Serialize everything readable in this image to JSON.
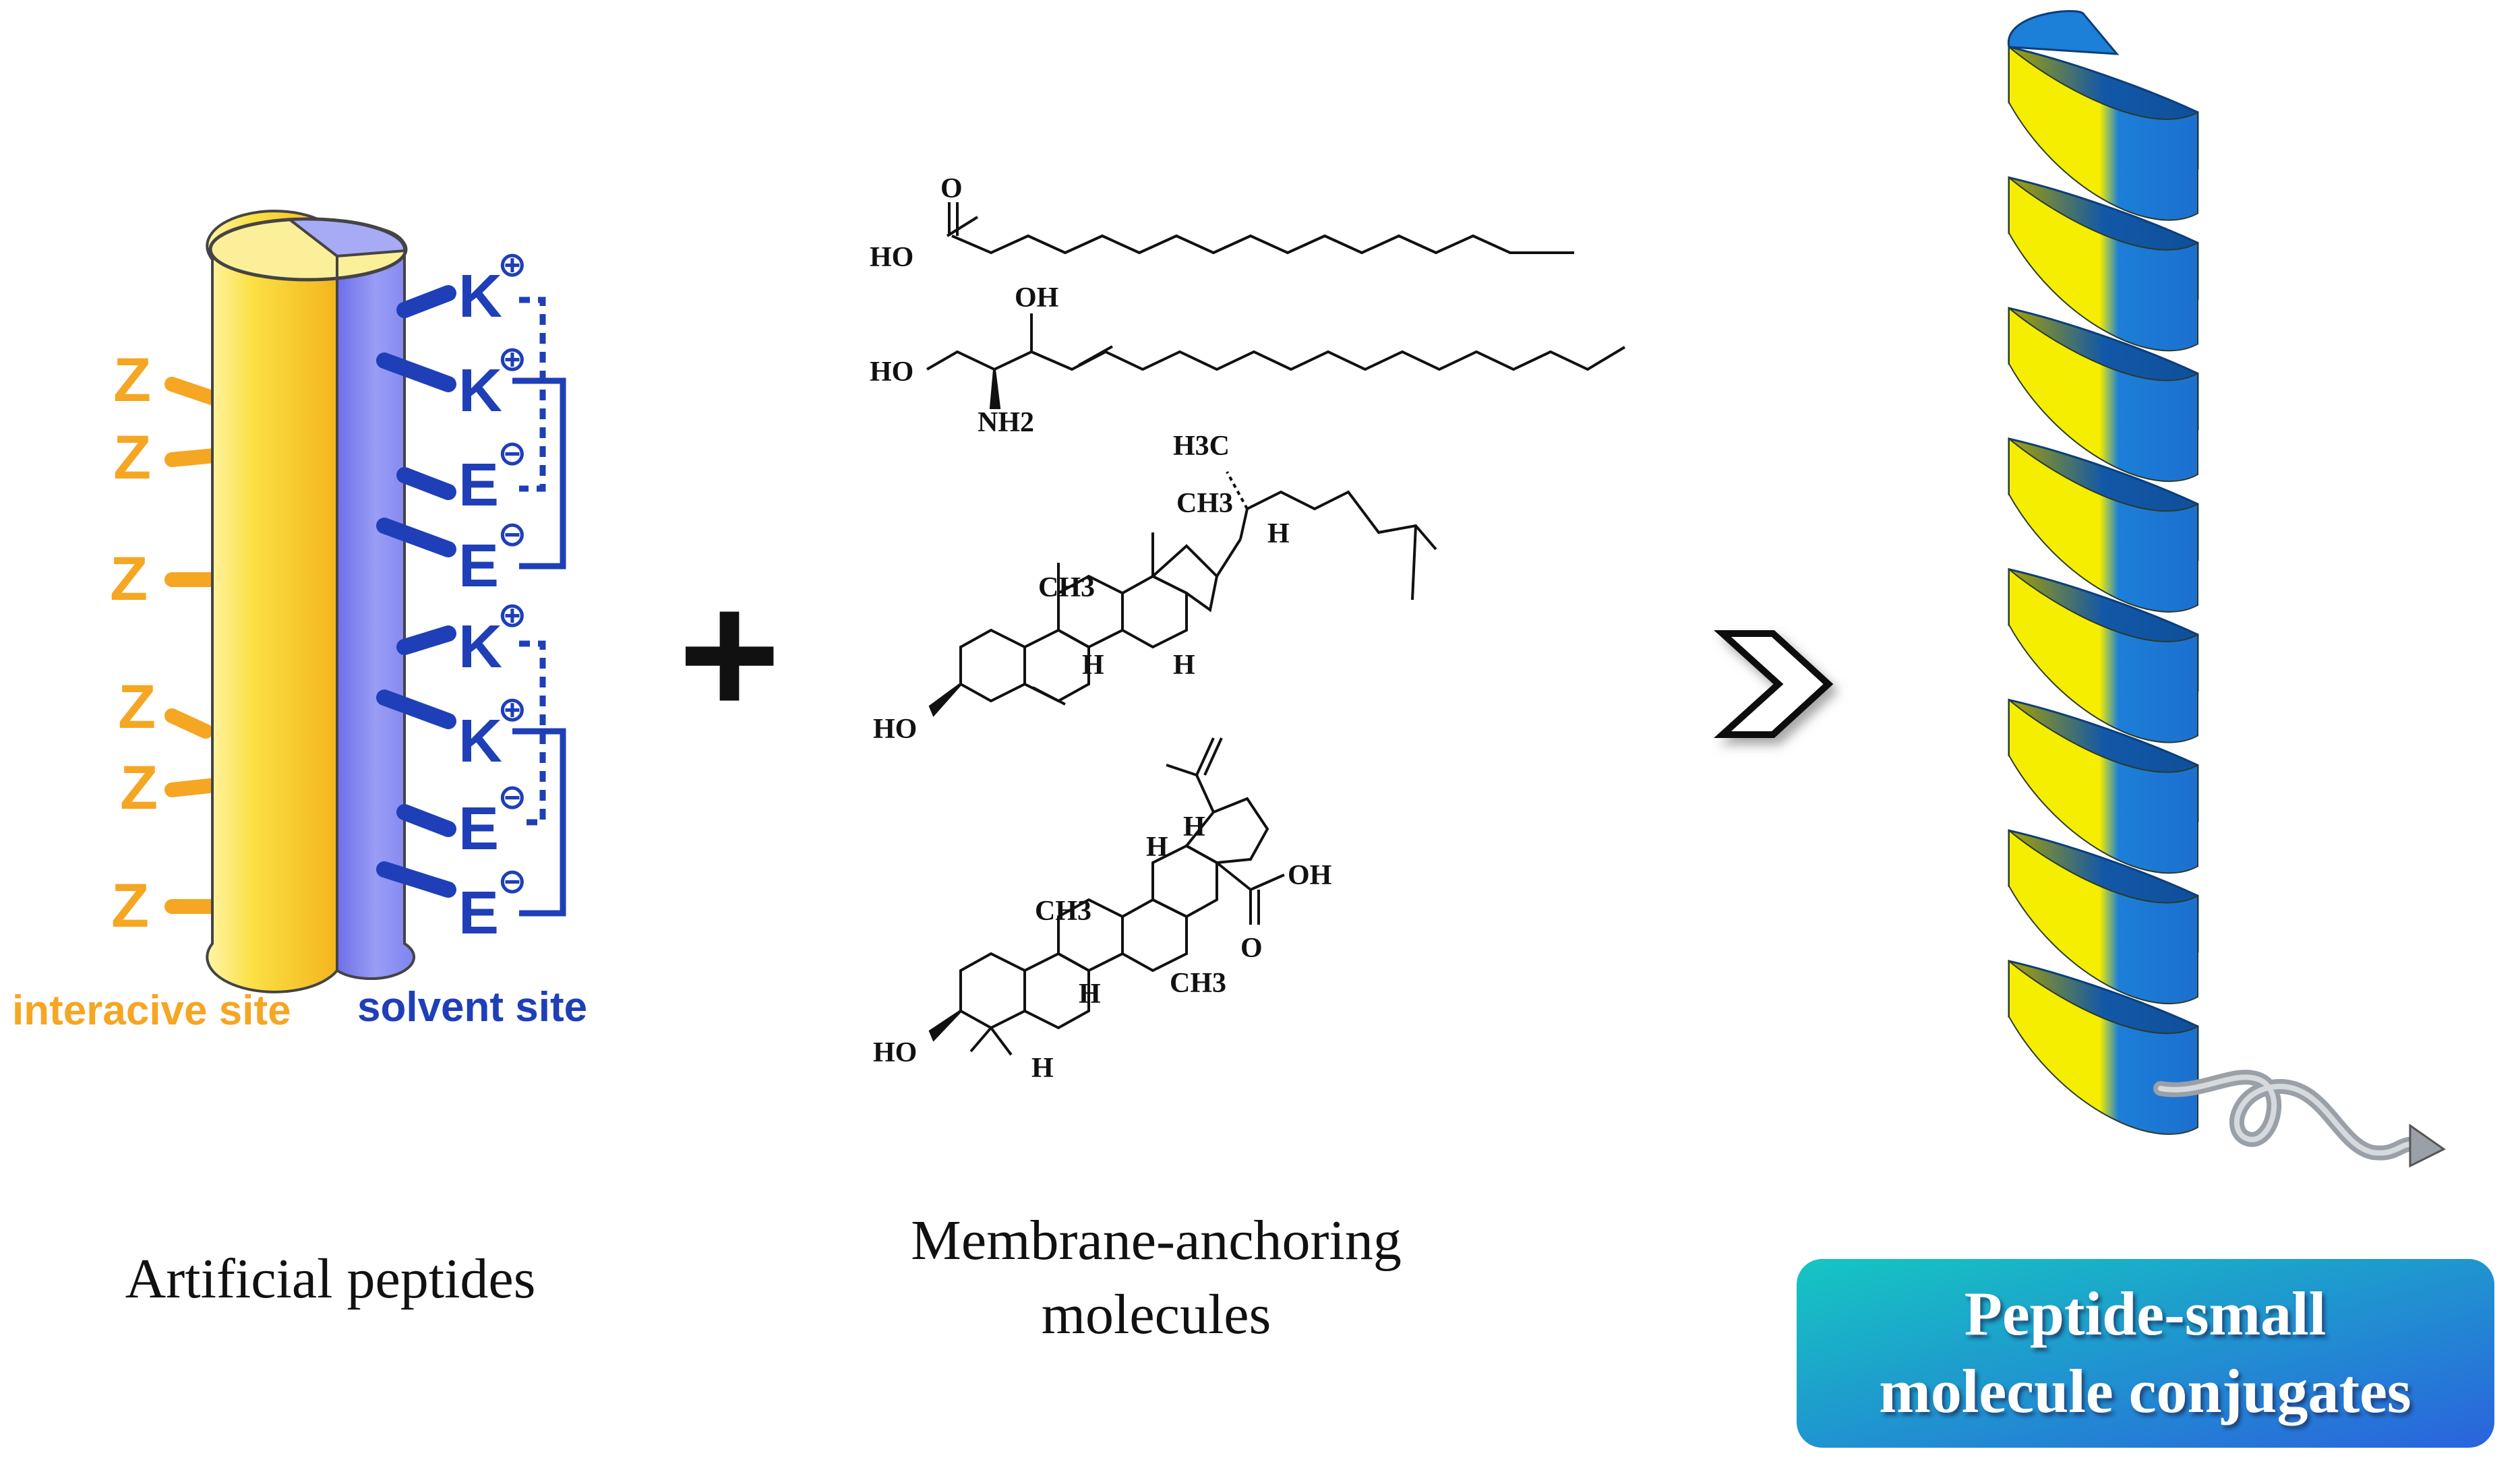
{
  "peptide": {
    "z_label": "Z",
    "residues": [
      {
        "letter": "K",
        "charge": "⊕"
      },
      {
        "letter": "K",
        "charge": "⊕"
      },
      {
        "letter": "E",
        "charge": "⊖"
      },
      {
        "letter": "E",
        "charge": "⊖"
      },
      {
        "letter": "K",
        "charge": "⊕"
      },
      {
        "letter": "K",
        "charge": "⊕"
      },
      {
        "letter": "E",
        "charge": "⊖"
      },
      {
        "letter": "E",
        "charge": "⊖"
      }
    ],
    "interactive_label": "interacive site",
    "solvent_label": "solvent site",
    "caption": "Artificial peptides"
  },
  "plus_symbol": "+",
  "molecules": {
    "caption_line1": "Membrane-anchoring",
    "caption_line2": "molecules",
    "atoms": {
      "O": "O",
      "HO": "HO",
      "OH": "OH",
      "NH2": "NH2",
      "H3C": "H3C",
      "CH3": "CH3",
      "H": "H"
    }
  },
  "conjugate": {
    "line1": "Peptide-small",
    "line2": "molecule conjugates"
  },
  "colors": {
    "orange": "#f5a623",
    "blue": "#1f3fb8",
    "cylinder_yellow": "#f9d530",
    "cylinder_blue": "#8a8ff0",
    "helix_yellow": "#f3ea00",
    "helix_blue": "#1c7fd8",
    "box_start": "#19c3c9",
    "box_end": "#2f6fe0"
  }
}
